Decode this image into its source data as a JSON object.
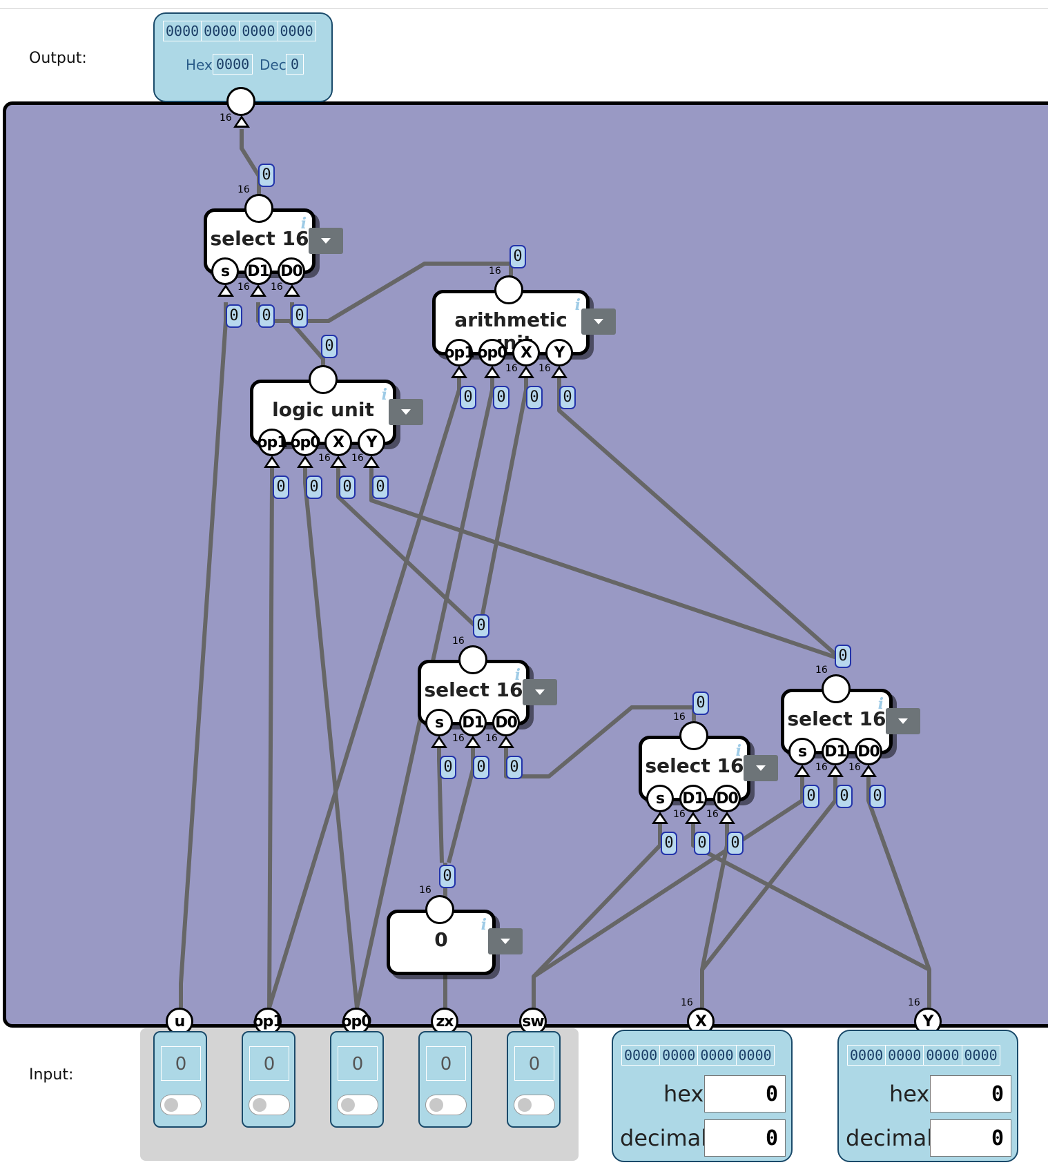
{
  "output": {
    "label": "Output:",
    "bits": [
      "0000",
      "0000",
      "0000",
      "0000"
    ],
    "hex_label": "Hex",
    "hex_value": "0000",
    "dec_label": "Dec",
    "dec_value": "0"
  },
  "input": {
    "label": "Input:"
  },
  "bit_width": "16",
  "wire_value": "0",
  "nodes": {
    "select_top": {
      "title": "select 16",
      "pins": [
        "s",
        "D1",
        "D0"
      ]
    },
    "arith": {
      "title": "arithmetic unit",
      "pins": [
        "op1",
        "op0",
        "X",
        "Y"
      ]
    },
    "logic": {
      "title": "logic unit",
      "pins": [
        "op1",
        "op0",
        "X",
        "Y"
      ]
    },
    "select_mid": {
      "title": "select 16",
      "pins": [
        "s",
        "D1",
        "D0"
      ]
    },
    "select_rl": {
      "title": "select 16",
      "pins": [
        "s",
        "D1",
        "D0"
      ]
    },
    "select_rr": {
      "title": "select 16",
      "pins": [
        "s",
        "D1",
        "D0"
      ]
    },
    "const": {
      "title": "0"
    }
  },
  "inputs": [
    {
      "name": "u",
      "value": "0"
    },
    {
      "name": "op1",
      "value": "0"
    },
    {
      "name": "op0",
      "value": "0"
    },
    {
      "name": "zx",
      "value": "0"
    },
    {
      "name": "sw",
      "value": "0"
    }
  ],
  "x_input": {
    "name": "X",
    "bits": [
      "0000",
      "0000",
      "0000",
      "0000"
    ],
    "hex_label": "hex",
    "hex_value": "0",
    "dec_label": "decimal",
    "dec_value": "0"
  },
  "y_input": {
    "name": "Y",
    "bits": [
      "0000",
      "0000",
      "0000",
      "0000"
    ],
    "hex_label": "hex",
    "hex_value": "0",
    "dec_label": "decimal",
    "dec_value": "0"
  },
  "colors": {
    "canvas": "#9999c4",
    "wire": "#666666",
    "panel": "#add8e6",
    "badge": "#b8d8ee"
  }
}
